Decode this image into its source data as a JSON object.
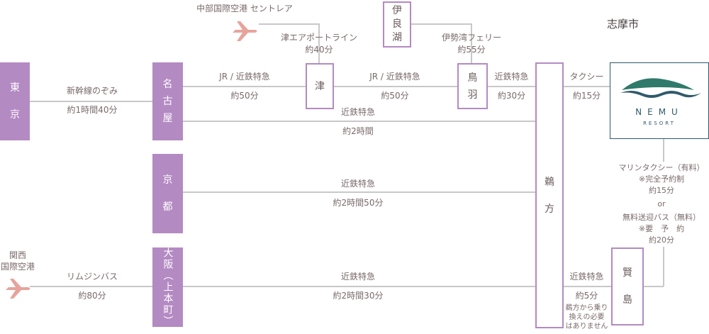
{
  "city_label": "志摩市",
  "airports": {
    "centrair": "中部国際空港 セントレア",
    "kansai_line1": "関西",
    "kansai_line2": "国際空港"
  },
  "stations": {
    "tokyo": [
      "東",
      "京"
    ],
    "nagoya": [
      "名",
      "古",
      "屋"
    ],
    "kyoto": [
      "京",
      "都"
    ],
    "osaka": "大阪（上本町）",
    "tsu": "津",
    "irako": [
      "伊",
      "良",
      "湖"
    ],
    "toba": [
      "鳥",
      "羽"
    ],
    "ugata": [
      "鵜",
      "方"
    ],
    "kashikojima": [
      "賢",
      "島"
    ]
  },
  "routes": {
    "shinkansen": {
      "name": "新幹線のぞみ",
      "time": "約1時間40分"
    },
    "nagoya_tsu": {
      "name": "JR / 近鉄特急",
      "time": "約50分"
    },
    "tsu_toba": {
      "name": "JR / 近鉄特急",
      "time": "約50分"
    },
    "toba_ugata": {
      "name": "近鉄特急",
      "time": "約30分"
    },
    "nagoya_ugata": {
      "name": "近鉄特急",
      "time": "約2時間"
    },
    "kyoto_ugata": {
      "name": "近鉄特急",
      "time": "約2時間50分"
    },
    "osaka_ugata": {
      "name": "近鉄特急",
      "time": "約2時間30分"
    },
    "limousine": {
      "name": "リムジンバス",
      "time": "約80分"
    },
    "tsu_airport": {
      "name": "津エアポートライン",
      "time": "約40分"
    },
    "ferry": {
      "name": "伊勢湾フェリー",
      "time": "約55分"
    },
    "taxi": {
      "name": "タクシー",
      "time": "約15分"
    },
    "ugata_kashikojima": {
      "name": "近鉄特急",
      "time": "約5分",
      "note": [
        "鵜方から乗り",
        "換えの必要",
        "はありません"
      ]
    },
    "marine": {
      "line1": "マリンタクシー（有料）",
      "line2": "※完全予約制",
      "line3": "約15分",
      "or": "or",
      "line4": "無料送迎バス（無料）",
      "line5": "※要　予　約",
      "line6": "約20分"
    }
  },
  "resort": {
    "name": "NEMU",
    "sub": "RESORT"
  },
  "colors": {
    "station": "#b48ac3",
    "line": "#c8c8c8",
    "airplane": "#e6a49c",
    "resort": "#2f5a6b"
  }
}
